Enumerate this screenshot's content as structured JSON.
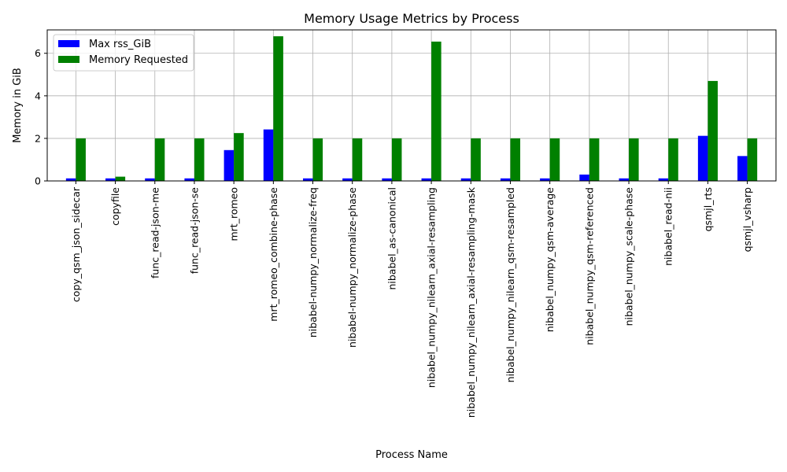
{
  "chart_data": {
    "type": "bar",
    "title": "Memory Usage Metrics by Process",
    "xlabel": "Process Name",
    "ylabel": "Memory in GiB",
    "ylim": [
      0,
      7.1
    ],
    "yticks": [
      0,
      2,
      4,
      6
    ],
    "grid": true,
    "legend_position": "top-left",
    "categories": [
      "copy_qsm_json_sidecar",
      "copyfile",
      "func_read-json-me",
      "func_read-json-se",
      "mrt_romeo",
      "mrt_romeo_combine-phase",
      "nibabel-numpy_normalize-freq",
      "nibabel-numpy_normalize-phase",
      "nibabel_as-canonical",
      "nibabel_numpy_nilearn_axial-resampling",
      "nibabel_numpy_nilearn_axial-resampling-mask",
      "nibabel_numpy_nilearn_qsm-resampled",
      "nibabel_numpy_qsm-average",
      "nibabel_numpy_qsm-referenced",
      "nibabel_numpy_scale-phase",
      "nibabel_read-nii",
      "qsmjl_rts",
      "qsmjl_vsharp"
    ],
    "series": [
      {
        "name": "Max rss_GiB",
        "color": "#0000ff",
        "values": [
          0.12,
          0.12,
          0.12,
          0.12,
          1.45,
          2.42,
          0.12,
          0.12,
          0.12,
          0.12,
          0.12,
          0.12,
          0.12,
          0.3,
          0.12,
          0.12,
          2.12,
          1.17
        ]
      },
      {
        "name": "Memory Requested",
        "color": "#008000",
        "values": [
          2.0,
          0.2,
          2.0,
          2.0,
          2.25,
          6.8,
          2.0,
          2.0,
          2.0,
          6.55,
          2.0,
          2.0,
          2.0,
          2.0,
          2.0,
          2.0,
          4.7,
          2.0
        ]
      }
    ]
  }
}
